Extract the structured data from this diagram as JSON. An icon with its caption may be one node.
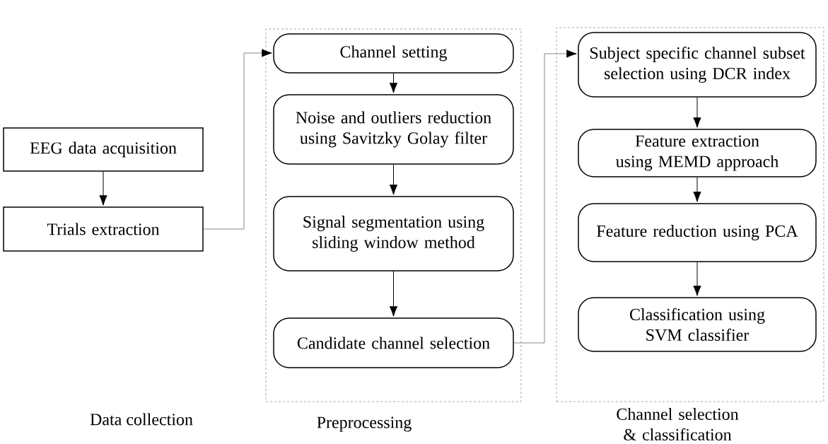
{
  "diagram": {
    "nodes": [
      {
        "text": [
          "EEG data acquisition"
        ]
      },
      {
        "text": [
          "Trials extraction"
        ]
      },
      {
        "text": [
          "Preprocessing"
        ]
      },
      {
        "text": [
          "Channel setting"
        ],
        "in": 2
      },
      {
        "text": [
          "Noise and outliers reduction using Savitzky Golay filter"
        ],
        "in": 2
      },
      {
        "text": [
          "Signal segmentation using sliding window method"
        ],
        "in": 2
      },
      {
        "text": [
          "Candidate channel selection"
        ],
        "in": 2
      },
      {
        "text": [
          "Channel selection & classification"
        ]
      },
      {
        "text": [
          "Subject specific channel subset selection using DCR index"
        ],
        "in": 7
      },
      {
        "text": [
          "Feature extraction using MEMD approach"
        ],
        "in": 7
      },
      {
        "text": [
          "Feature reduction using PCA"
        ],
        "in": 7
      },
      {
        "text": [
          "Classification using SVM classifier"
        ],
        "in": 7
      }
    ],
    "edges": [
      {
        "from": 0,
        "to": 1,
        "arrow": "to"
      },
      {
        "from": 1,
        "to": 3,
        "arrow": "to",
        "color": "#888888"
      },
      {
        "from": 3,
        "to": 4,
        "arrow": "to"
      },
      {
        "from": 4,
        "to": 5,
        "arrow": "to"
      },
      {
        "from": 5,
        "to": 6,
        "arrow": "to"
      },
      {
        "from": 6,
        "to": 8,
        "arrow": "to",
        "color": "#888888"
      },
      {
        "from": 8,
        "to": 9,
        "arrow": "to"
      },
      {
        "from": 9,
        "to": 10,
        "arrow": "to"
      },
      {
        "from": 10,
        "to": 11,
        "arrow": "to"
      }
    ],
    "labels": [
      "Data collection"
    ]
  }
}
